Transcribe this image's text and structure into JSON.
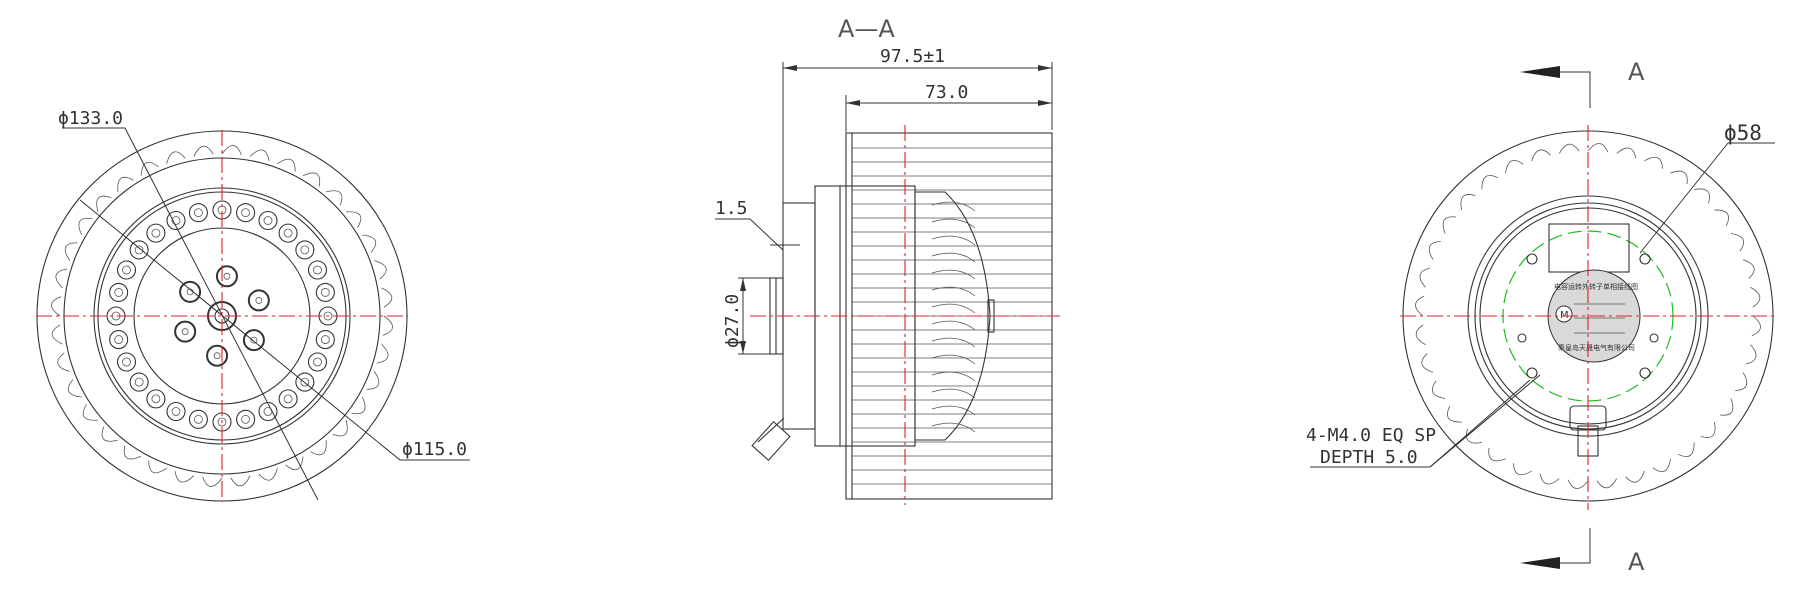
{
  "colors": {
    "line": "#333333",
    "centerline": "#e02020",
    "bolt_circle": "#22bb22",
    "label_disc": "#d9d9d9"
  },
  "left_view": {
    "dim_outer": "ϕ133.0",
    "dim_inner": "ϕ115.0"
  },
  "section_view": {
    "title": "A—A",
    "dim_overall": "97.5±1",
    "dim_impeller": "73.0",
    "dim_flange": "1.5",
    "dim_hub": "ϕ27.0"
  },
  "right_view": {
    "section_mark_top": "A",
    "section_mark_bottom": "A",
    "dim_bolt_circle": "ϕ58",
    "note_line1": "4-M4.0 EQ SP",
    "note_line2": "DEPTH 5.0",
    "label_plate_title": "电容运转外转子单相接线图",
    "label_plate_maker": "秦皇岛天晟电气有限公司",
    "motor_symbol": "M"
  }
}
